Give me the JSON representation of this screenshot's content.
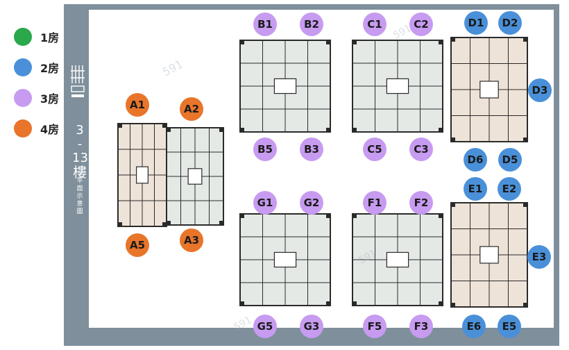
{
  "legend": [
    {
      "label": "1房",
      "color": "#2aa84a"
    },
    {
      "label": "2房",
      "color": "#4a90d9"
    },
    {
      "label": "3房",
      "color": "#c79bf0"
    },
    {
      "label": "4房",
      "color": "#e8752a"
    }
  ],
  "sidebar": {
    "floor_range": "3\n-\n13",
    "floor_label": "樓",
    "floor_caption": "平面示意圖"
  },
  "colors": {
    "frame": "#7f8f9b",
    "plan_gray": "#e4e9e6",
    "plan_beige": "#eee3d8",
    "wall": "#2a2a2a"
  },
  "units": [
    {
      "id": "A1",
      "color": "#e8752a"
    },
    {
      "id": "A2",
      "color": "#e8752a"
    },
    {
      "id": "A5",
      "color": "#e8752a"
    },
    {
      "id": "A3",
      "color": "#e8752a"
    },
    {
      "id": "B1",
      "color": "#c79bf0"
    },
    {
      "id": "B2",
      "color": "#c79bf0"
    },
    {
      "id": "B5",
      "color": "#c79bf0"
    },
    {
      "id": "B3",
      "color": "#c79bf0"
    },
    {
      "id": "C1",
      "color": "#c79bf0"
    },
    {
      "id": "C2",
      "color": "#c79bf0"
    },
    {
      "id": "C5",
      "color": "#c79bf0"
    },
    {
      "id": "C3",
      "color": "#c79bf0"
    },
    {
      "id": "D1",
      "color": "#4a90d9"
    },
    {
      "id": "D2",
      "color": "#4a90d9"
    },
    {
      "id": "D3",
      "color": "#4a90d9"
    },
    {
      "id": "D6",
      "color": "#4a90d9"
    },
    {
      "id": "D5",
      "color": "#4a90d9"
    },
    {
      "id": "G1",
      "color": "#c79bf0"
    },
    {
      "id": "G2",
      "color": "#c79bf0"
    },
    {
      "id": "G5",
      "color": "#c79bf0"
    },
    {
      "id": "G3",
      "color": "#c79bf0"
    },
    {
      "id": "F1",
      "color": "#c79bf0"
    },
    {
      "id": "F2",
      "color": "#c79bf0"
    },
    {
      "id": "F5",
      "color": "#c79bf0"
    },
    {
      "id": "F3",
      "color": "#c79bf0"
    },
    {
      "id": "E1",
      "color": "#4a90d9"
    },
    {
      "id": "E2",
      "color": "#4a90d9"
    },
    {
      "id": "E3",
      "color": "#4a90d9"
    },
    {
      "id": "E6",
      "color": "#4a90d9"
    },
    {
      "id": "E5",
      "color": "#4a90d9"
    }
  ]
}
